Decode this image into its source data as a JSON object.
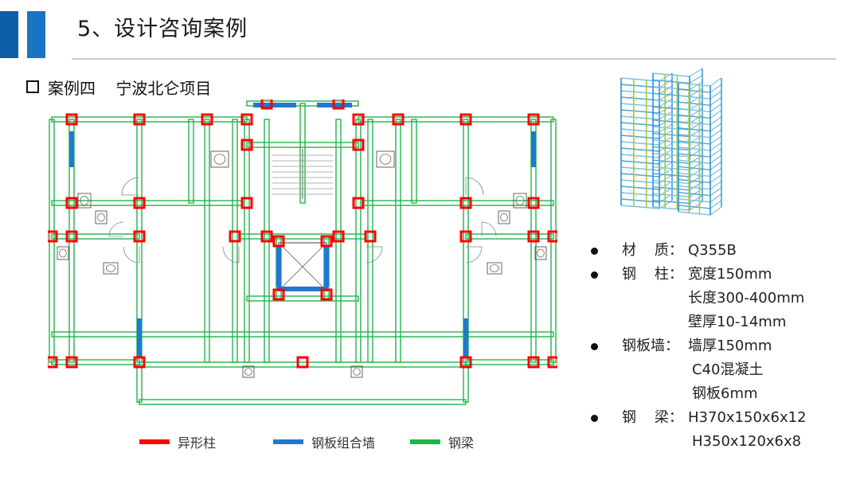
{
  "header": {
    "title": "5、设计咨询案例"
  },
  "case": {
    "label": "案例四",
    "project": "宁波北仑项目"
  },
  "colors": {
    "accent": "#1a74c4",
    "special_column": "#ff0000",
    "plate_wall": "#1f78d1",
    "steel_beam": "#1fb44b"
  },
  "legend": [
    {
      "label": "异形柱",
      "color": "#ff0000"
    },
    {
      "label": "钢板组合墙",
      "color": "#1f78d1"
    },
    {
      "label": "钢梁",
      "color": "#1fb44b"
    }
  ],
  "specs": {
    "material": {
      "label": "材    质：",
      "value": "Q355B"
    },
    "column": {
      "label": "钢    柱：",
      "lines": [
        "宽度150mm",
        "长度300-400mm",
        "壁厚10-14mm"
      ]
    },
    "wall": {
      "label": "钢板墙：",
      "lines": [
        "墙厚150mm",
        "C40混凝土",
        "钢板6mm"
      ]
    },
    "beam": {
      "label": "钢    梁：",
      "lines": [
        "H370x150x6x12",
        "H350x120x6x8"
      ]
    }
  }
}
